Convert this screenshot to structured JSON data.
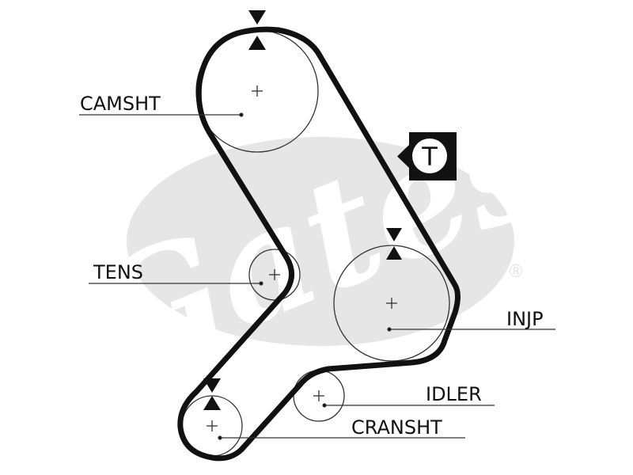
{
  "watermark": {
    "brand": "Gates",
    "registered": "®"
  },
  "badge": {
    "letter": "T"
  },
  "labels": {
    "camsht": "CAMSHT",
    "tens": "TENS",
    "injp": "INJP",
    "idler": "IDLER",
    "cransht": "CRANSHT"
  },
  "colors": {
    "belt": "#111111",
    "pulley_outline": "#333333",
    "watermark": "#e6e6e6",
    "background": "#ffffff"
  }
}
